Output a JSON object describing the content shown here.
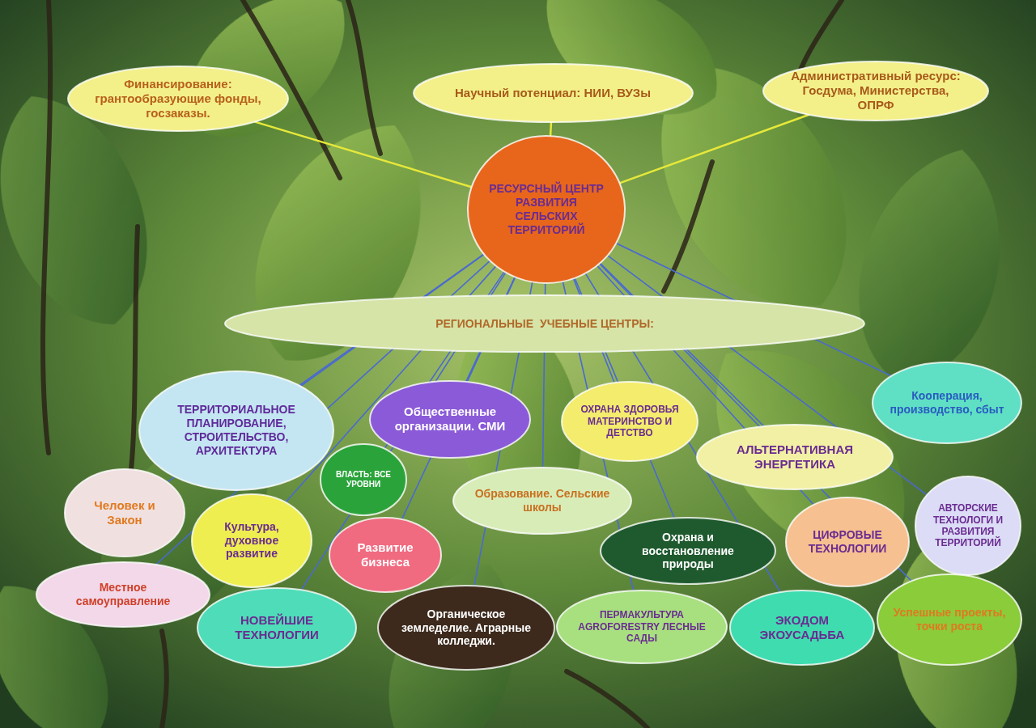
{
  "diagram": {
    "nodes": [
      {
        "text": [
          "Финансирование: грантообразующие фонды, госзаказы."
        ]
      },
      {
        "text": [
          "Научный потенциал: НИИ, ВУЗы"
        ]
      },
      {
        "text": [
          "Административный ресурс: Госдума, Министерства, ОПРФ"
        ]
      },
      {
        "text": [
          "РЕСУРСНЫЙ ЦЕНТР РАЗВИТИЯ СЕЛЬСКИХ ТЕРРИТОРИЙ"
        ]
      },
      {
        "text": [
          "РЕГИОНАЛЬНЫЕ  УЧЕБНЫЕ ЦЕНТРЫ:"
        ]
      },
      {
        "text": [
          "ТЕРРИТОРИАЛЬНОЕ ПЛАНИРОВАНИЕ, СТРОИТЕЛЬСТВО, АРХИТЕКТУРА"
        ]
      },
      {
        "text": [
          "Общественные организации. СМИ"
        ]
      },
      {
        "text": [
          "ОХРАНА ЗДОРОВЬЯ МАТЕРИНСТВО И ДЕТСТВО"
        ]
      },
      {
        "text": [
          "Кооперация, производство, сбыт"
        ]
      },
      {
        "text": [
          "АЛЬТЕРНАТИВНАЯ ЭНЕРГЕТИКА"
        ]
      },
      {
        "text": [
          "ВЛАСТЬ: ВСЕ УРОВНИ"
        ]
      },
      {
        "text": [
          "Человек и Закон"
        ]
      },
      {
        "text": [
          "Культура, духовное развитие"
        ]
      },
      {
        "text": [
          "Образование. Сельские школы"
        ]
      },
      {
        "text": [
          "АВТОРСКИЕ ТЕХНОЛОГИ И РАЗВИТИЯ ТЕРРИТОРИЙ"
        ]
      },
      {
        "text": [
          "Развитие бизнеса"
        ]
      },
      {
        "text": [
          "ЦИФРОВЫЕ ТЕХНОЛОГИИ"
        ]
      },
      {
        "text": [
          "Охрана и восстановление природы"
        ]
      },
      {
        "text": [
          "Местное самоуправление"
        ]
      },
      {
        "text": [
          "НОВЕЙШИЕ ТЕХНОЛОГИИ"
        ]
      },
      {
        "text": [
          "Органическое земледелие. Аграрные колледжи."
        ]
      },
      {
        "text": [
          "ПЕРМАКУЛЬТУРА AGROFORESTRY ЛЕСНЫЕ САДЫ"
        ]
      },
      {
        "text": [
          "ЭКОДОМ ЭКОУСАДЬБА"
        ]
      },
      {
        "text": [
          "Успешные проекты, точки роста"
        ]
      }
    ],
    "edges": [
      {
        "from": 0,
        "to": 3,
        "arrow": "none"
      },
      {
        "from": 1,
        "to": 3,
        "arrow": "none"
      },
      {
        "from": 2,
        "to": 3,
        "arrow": "none"
      },
      {
        "from": 3,
        "to": 5,
        "arrow": "none"
      },
      {
        "from": 3,
        "to": 6,
        "arrow": "none"
      },
      {
        "from": 3,
        "to": 7,
        "arrow": "none"
      },
      {
        "from": 3,
        "to": 8,
        "arrow": "none"
      },
      {
        "from": 3,
        "to": 9,
        "arrow": "none"
      },
      {
        "from": 3,
        "to": 10,
        "arrow": "none"
      },
      {
        "from": 3,
        "to": 11,
        "arrow": "none"
      },
      {
        "from": 3,
        "to": 12,
        "arrow": "none"
      },
      {
        "from": 3,
        "to": 13,
        "arrow": "none"
      },
      {
        "from": 3,
        "to": 14,
        "arrow": "none"
      },
      {
        "from": 3,
        "to": 15,
        "arrow": "none"
      },
      {
        "from": 3,
        "to": 16,
        "arrow": "none"
      },
      {
        "from": 3,
        "to": 17,
        "arrow": "none"
      },
      {
        "from": 3,
        "to": 18,
        "arrow": "none"
      },
      {
        "from": 3,
        "to": 19,
        "arrow": "none"
      },
      {
        "from": 3,
        "to": 20,
        "arrow": "none"
      },
      {
        "from": 3,
        "to": 21,
        "arrow": "none"
      },
      {
        "from": 3,
        "to": 22,
        "arrow": "none"
      },
      {
        "from": 3,
        "to": 23,
        "arrow": "none"
      }
    ]
  }
}
